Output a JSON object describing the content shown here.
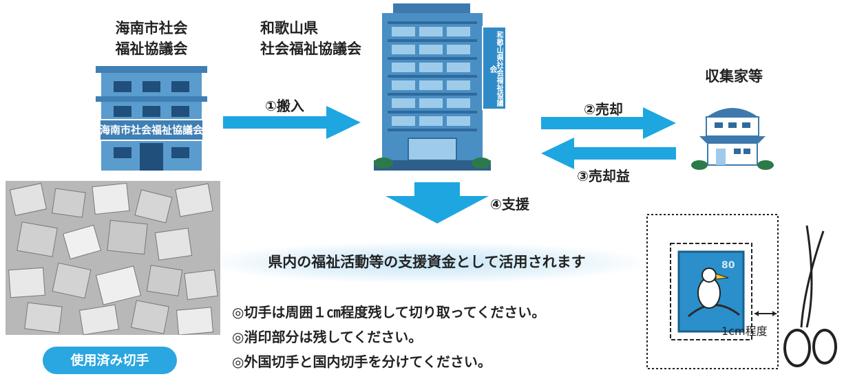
{
  "colors": {
    "arrow": "#1ea6e0",
    "building_blue": "#4a8fc4",
    "pill": "#2aa6e0"
  },
  "labels": {
    "kainan_line1": "海南市社会",
    "kainan_line2": "福祉協議会",
    "kainan_sign": "海南市社会福祉協議会",
    "pref_line1": "和歌山県",
    "pref_line2": "社会福祉協議会",
    "pref_sign": "和歌山県社会福祉協議会",
    "collector": "収集家等"
  },
  "flow": {
    "step1": "①搬入",
    "step2": "②売却",
    "step3": "③売却益",
    "step4": "④支援"
  },
  "support_text": "県内の福祉活動等の支援資金として活用されます",
  "notes": [
    "◎切手は周囲１㎝程度残して切り取ってください。",
    "◎消印部分は残してください。",
    "◎外国切手と国内切手を分けてください。"
  ],
  "used_stamps_label": "使用済み切手",
  "stamp": {
    "value": "80",
    "margin_label": "1cm程度"
  }
}
